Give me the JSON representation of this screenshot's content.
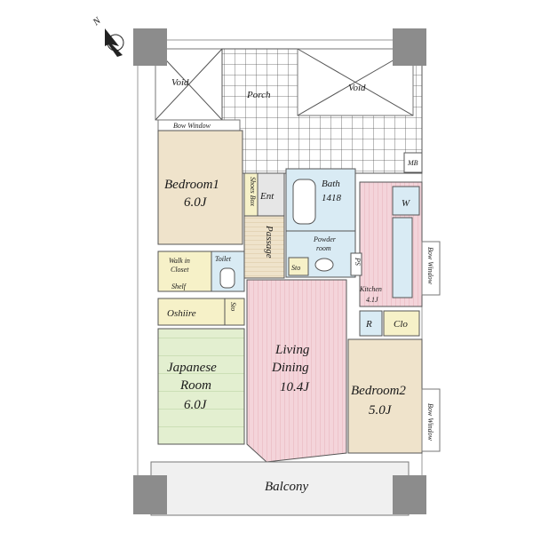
{
  "compass": {
    "letter": "N",
    "icon": "compass-north-arrow-icon"
  },
  "rooms": {
    "void_left": "Void",
    "porch": "Porch",
    "void_right": "Void",
    "bow_window_top": "Bow Window",
    "bedroom1_name": "Bedroom1",
    "bedroom1_size": "6.0J",
    "shoes_box": "Shoes Box",
    "entrance": "Ent",
    "bath_name": "Bath",
    "bath_size": "1418",
    "mb": "MB",
    "washer": "W",
    "passage": "Passage",
    "powder_room_1": "Powder",
    "powder_room_2": "room",
    "storage_small": "Sto",
    "ps": "PS",
    "walk_in_1": "Walk in",
    "walk_in_2": "Closet",
    "shelf": "Shelf",
    "toilet": "Toilet",
    "bow_window_right_upper": "Bow Window",
    "kitchen_name": "Kitchen",
    "kitchen_size": "4.1J",
    "oshiire": "Oshiire",
    "storage_vertical": "Sto",
    "refrigerator": "R",
    "closet": "Clo",
    "living_1": "Living",
    "living_2": "Dining",
    "living_size": "10.4J",
    "japanese_1": "Japanese",
    "japanese_2": "Room",
    "japanese_size": "6.0J",
    "bedroom2_name": "Bedroom2",
    "bedroom2_size": "5.0J",
    "bow_window_right_lower": "Bow Window",
    "balcony": "Balcony"
  },
  "colors": {
    "tatami": "#e3efd0",
    "flooring": "#efe3cb",
    "living": "#f4d4da",
    "wet_area": "#d9ebf4",
    "closet": "#f6f1c8",
    "balcony": "#f0f0f0",
    "wall": "#bdbdbd",
    "pillar": "#8c8c8c"
  }
}
